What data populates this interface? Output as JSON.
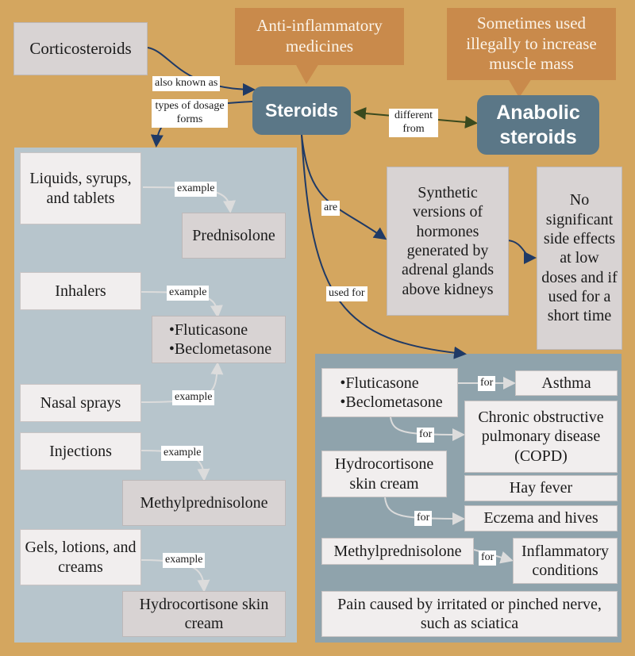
{
  "nodes": {
    "corticosteroids": "Corticosteroids",
    "anti_inflammatory": "Anti-inflammatory medicines",
    "illegal_use": "Sometimes used illegally to increase muscle mass",
    "steroids": "Steroids",
    "anabolic": "Anabolic steroids",
    "synthetic": "Synthetic versions of hormones generated by adrenal glands above kidneys",
    "no_side_effects": "No significant side effects at low doses and if used for a short time"
  },
  "edge_labels": {
    "also_known_as": "also known as",
    "types_of_dosage": "types of dosage forms",
    "different_from": "different from",
    "are": "are",
    "used_for": "used for",
    "example": "example",
    "for": "for"
  },
  "dosage_forms": {
    "liquids": "Liquids, syrups, and tablets",
    "prednisolone": "Prednisolone",
    "inhalers": "Inhalers",
    "inhaler_items": [
      "•Fluticasone",
      "•Beclometasone"
    ],
    "nasal_sprays": "Nasal sprays",
    "injections": "Injections",
    "methylprednisolone": "Methylprednisolone",
    "gels": "Gels, lotions, and creams",
    "hydrocortisone": "Hydrocortisone skin cream"
  },
  "uses": {
    "inhaler_items": [
      "•Fluticasone",
      "•Beclometasone"
    ],
    "asthma": "Asthma",
    "copd": "Chronic obstructive pulmonary disease (COPD)",
    "hydrocortisone": "Hydrocortisone skin cream",
    "hay_fever": "Hay fever",
    "eczema": "Eczema and hives",
    "methylprednisolone": "Methylprednisolone",
    "inflammatory": "Inflammatory conditions",
    "pain": "Pain caused by irritated or pinched nerve, such as sciatica"
  }
}
